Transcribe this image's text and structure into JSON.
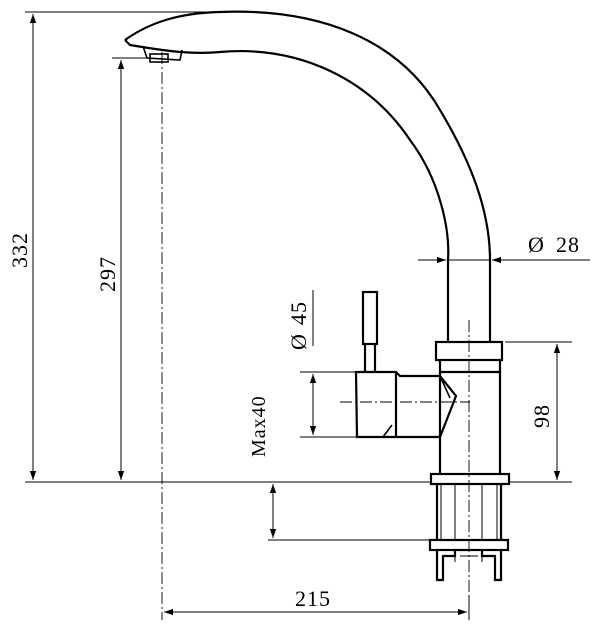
{
  "dimensions": {
    "overall_height": "332",
    "spout_height": "297",
    "pipe_diameter": "28",
    "base_diameter": "45",
    "max_thickness": "Max40",
    "body_height": "98",
    "reach": "215"
  },
  "diameter_symbol": "Ø"
}
